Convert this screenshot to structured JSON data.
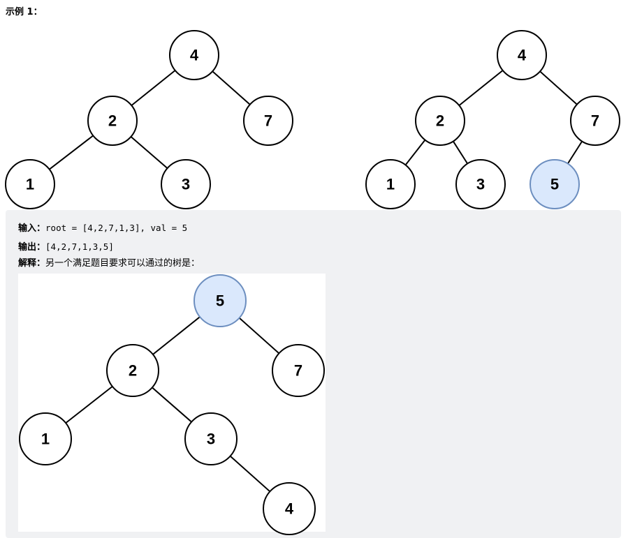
{
  "heading": "示例 1：",
  "tree_before": [
    "4",
    "2",
    "7",
    "1",
    "3"
  ],
  "tree_after": [
    "4",
    "2",
    "7",
    "1",
    "3",
    "5"
  ],
  "tree_alternative": [
    "5",
    "2",
    "7",
    "1",
    "3",
    "4"
  ],
  "input": {
    "label": "输入：",
    "value": "root = [4,2,7,1,3], val = 5"
  },
  "output": {
    "label": "输出：",
    "value": "[4,2,7,1,3,5]"
  },
  "explanation": {
    "label": "解释：",
    "value": "另一个满足题目要求可以通过的树是："
  },
  "colors": {
    "node_fill": "#ffffff",
    "highlight_fill": "#dae8fc",
    "highlight_stroke": "#6c8ebf",
    "box_background": "#f0f1f3"
  }
}
